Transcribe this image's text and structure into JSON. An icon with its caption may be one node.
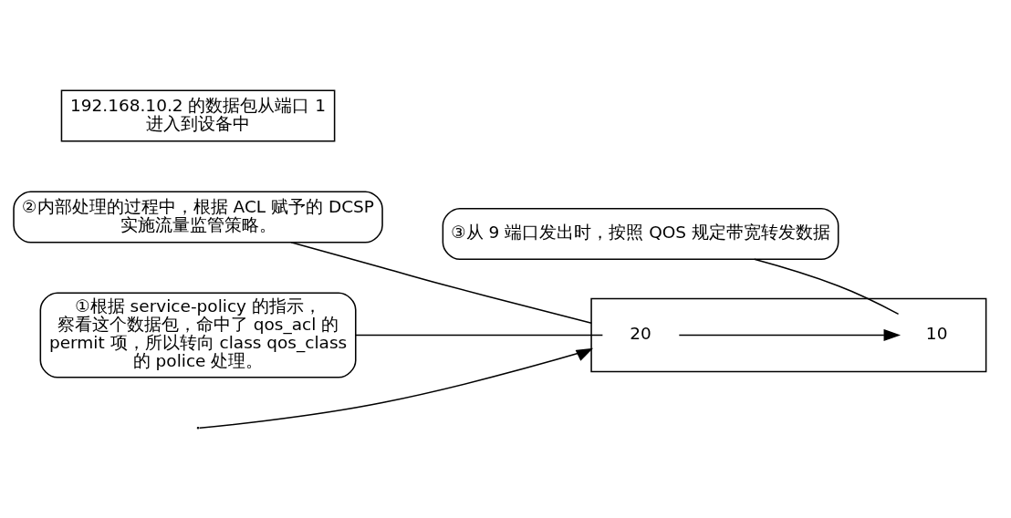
{
  "diagram": {
    "nodes": [
      {
        "text": [],
        "shape": "box"
      },
      {
        "text": [
          "20"
        ],
        "in": 0
      },
      {
        "text": [
          "10"
        ],
        "in": 0
      },
      {
        "text": [
          "192.168.10.2 的数据包从端口 1 进入到设备中"
        ]
      },
      {
        "text": [
          "②内部处理的过程中，根据 ACL 赋予的 DCSP 实施流量监管策略。"
        ]
      },
      {
        "text": [
          "③从 9 端口发出时，按照 QOS 规定带宽转发数据"
        ]
      },
      {
        "text": [
          "①根据 service-policy 的指示，察看这个数据包，命中了 qos_acl 的 permit 项，所以转向 class qos_class 的 police 处理。"
        ]
      }
    ],
    "edges": [
      {
        "from": 1,
        "to": 2,
        "arrow": "to"
      },
      {
        "from": null,
        "to": 0,
        "arrow": "to"
      },
      {
        "from": 4,
        "to": 0,
        "arrow": "none"
      },
      {
        "from": 5,
        "to": 2,
        "arrow": "none"
      },
      {
        "from": 6,
        "to": 1,
        "arrow": "none"
      }
    ]
  }
}
